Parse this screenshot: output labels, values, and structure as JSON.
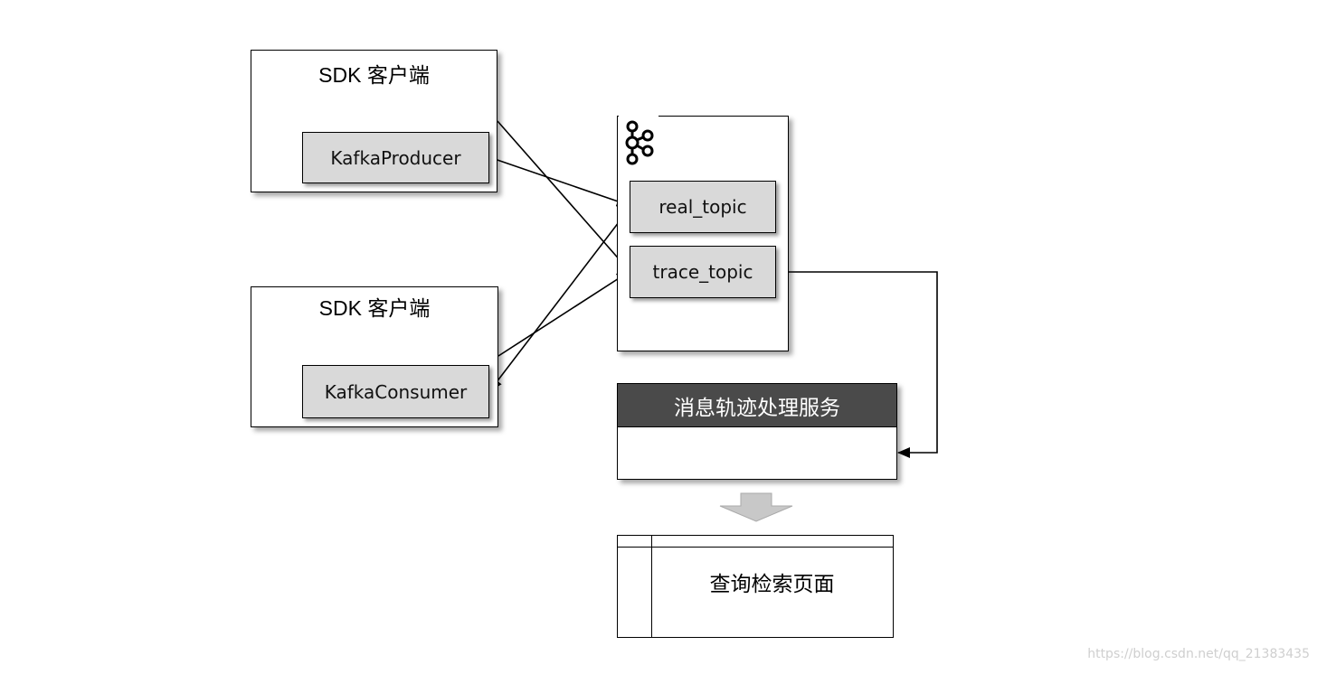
{
  "sdk_client_top": {
    "title": "SDK 客户端",
    "component": "KafkaProducer"
  },
  "sdk_client_bottom": {
    "title": "SDK 客户端",
    "component": "KafkaConsumer"
  },
  "kafka_cluster": {
    "icon": "kafka-logo-icon",
    "topics": [
      "real_topic",
      "trace_topic"
    ]
  },
  "trace_service": {
    "title": "消息轨迹处理服务"
  },
  "query_page": {
    "label": "查询检索页面"
  },
  "watermark": "https://blog.csdn.net/qq_21383435",
  "colors": {
    "inner_fill": "#d9d9d9",
    "service_header": "#4a4a4a",
    "down_arrow": "#c8c8c8"
  }
}
